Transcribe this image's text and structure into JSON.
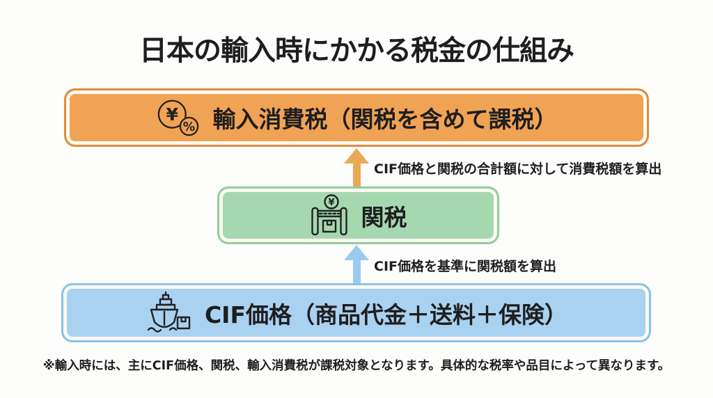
{
  "title": "日本の輸入時にかかる税金の仕組み",
  "boxes": {
    "import_tax": {
      "label": "輸入消費税（関税を含めて課税）",
      "icon": "yen-percent-icon"
    },
    "customs": {
      "label": "関税",
      "icon": "customs-gate-icon"
    },
    "cif": {
      "label": "CIF価格（商品代金＋送料＋保険）",
      "icon": "ship-package-icon"
    }
  },
  "arrows": {
    "customs_to_tax": {
      "label": "CIF価格と関税の合計額に対して消費税額を算出",
      "direction": "up"
    },
    "cif_to_customs": {
      "label": "CIF価格を基準に関税額を算出",
      "direction": "up"
    }
  },
  "glyphs": {
    "yen": "¥",
    "percent": "%"
  },
  "footnote": "※輸入時には、主にCIF価格、関税、輸入消費税が課税対象となります。具体的な税率や品目によって異なります。",
  "colors": {
    "background": "#FDFDFC",
    "text": "#1E1E1E",
    "orange_fill": "#F1A355",
    "orange_border": "#DB8E3E",
    "orange_arrow": "#EAA953",
    "green_fill": "#A6D8B0",
    "green_border": "#90CE9D",
    "blue_fill": "#A9D2F1",
    "blue_border": "#87C3E9",
    "blue_arrow": "#9CCBF0",
    "inner_stroke": "#FBF9F0",
    "icon_stroke": "#222222"
  }
}
